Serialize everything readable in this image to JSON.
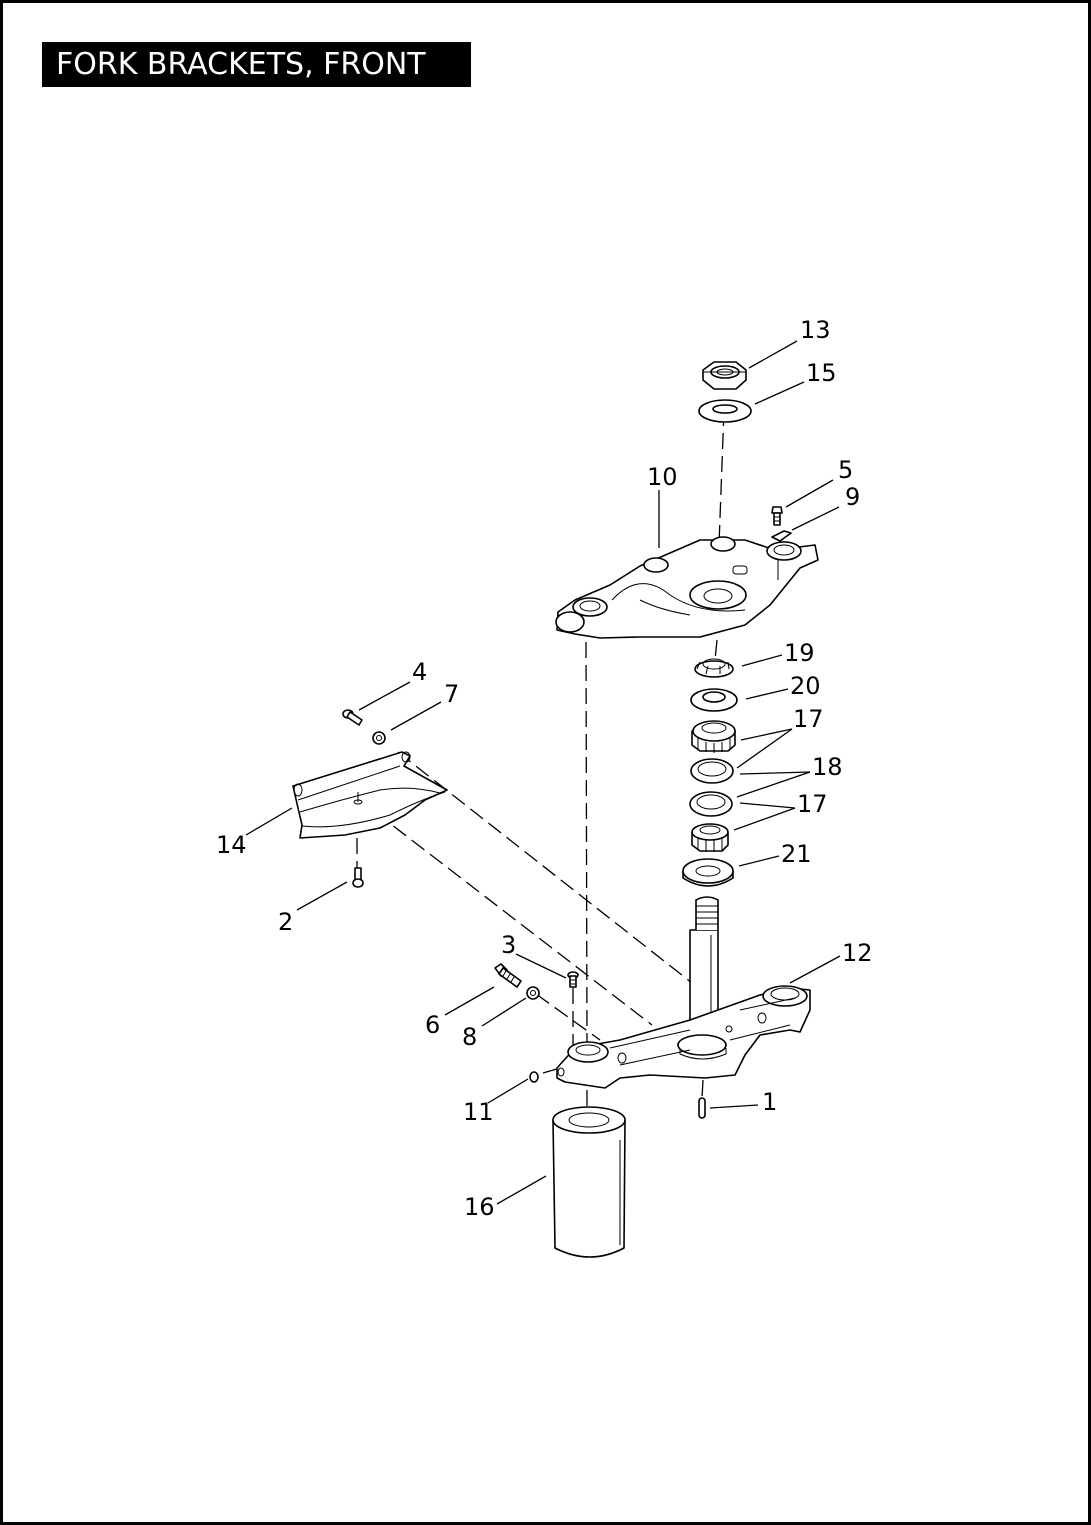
{
  "title": "FORK BRACKETS, FRONT",
  "callouts": [
    "13",
    "15",
    "10",
    "5",
    "9",
    "19",
    "20",
    "17",
    "18",
    "17",
    "21",
    "4",
    "7",
    "14",
    "2",
    "3",
    "12",
    "6",
    "8",
    "1",
    "11",
    "16"
  ]
}
